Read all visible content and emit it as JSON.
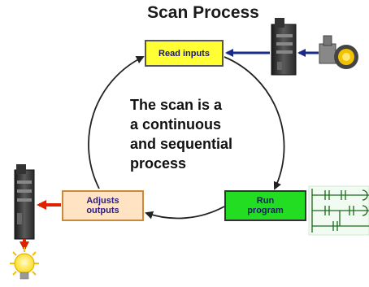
{
  "title": "Scan Process",
  "center_text": {
    "line1": "The scan is a",
    "line2": "a continuous",
    "line3": "and sequential",
    "line4": "process"
  },
  "steps": {
    "read_inputs": {
      "label": "Read inputs",
      "color": "#ffff33"
    },
    "run_program": {
      "line1": "Run",
      "line2": "program",
      "color": "#22dd22"
    },
    "adjust_outputs": {
      "line1": "Adjusts",
      "line2": "outputs",
      "color": "#ffe3c2"
    }
  },
  "colors": {
    "input_arrow": "#1a2a8a",
    "output_arrow": "#dd2200",
    "cycle": "#222222",
    "ladder": "#1a6a1a"
  },
  "icons": [
    "plc-module-icon",
    "sensor-icon",
    "ladder-logic-icon",
    "light-bulb-icon"
  ]
}
